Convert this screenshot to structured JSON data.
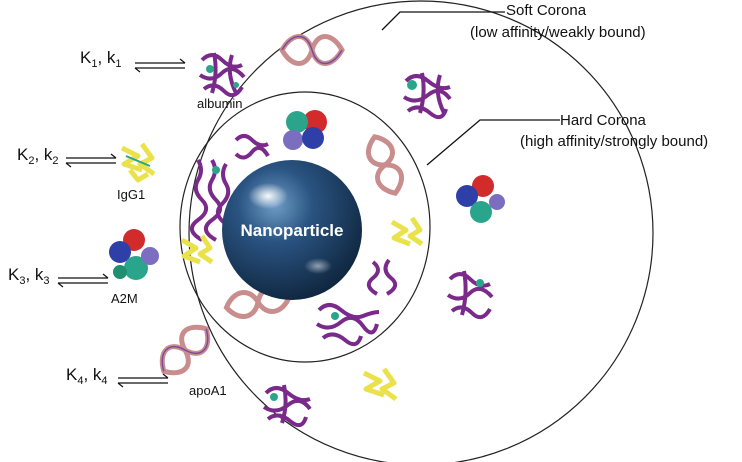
{
  "soft_corona": {
    "title": "Soft Corona",
    "subtitle": "(low affinity/weakly bound)"
  },
  "hard_corona": {
    "title": "Hard Corona",
    "subtitle": "(high affinity/strongly bound)"
  },
  "nanoparticle": {
    "label": "Nanoparticle",
    "color": "#1c3f66"
  },
  "proteins": [
    {
      "name": "albumin",
      "color": "#7a2a8a"
    },
    {
      "name": "IgG1",
      "color": "#e9e24a"
    },
    {
      "name": "A2M",
      "color": "#d12b2b"
    },
    {
      "name": "apoA1",
      "color": "#c98d8d"
    }
  ],
  "rate_constants": [
    {
      "K": "K",
      "k": "k",
      "sub": "1"
    },
    {
      "K": "K",
      "k": "k",
      "sub": "2"
    },
    {
      "K": "K",
      "k": "k",
      "sub": "3"
    },
    {
      "K": "K",
      "k": "k",
      "sub": "4"
    }
  ]
}
